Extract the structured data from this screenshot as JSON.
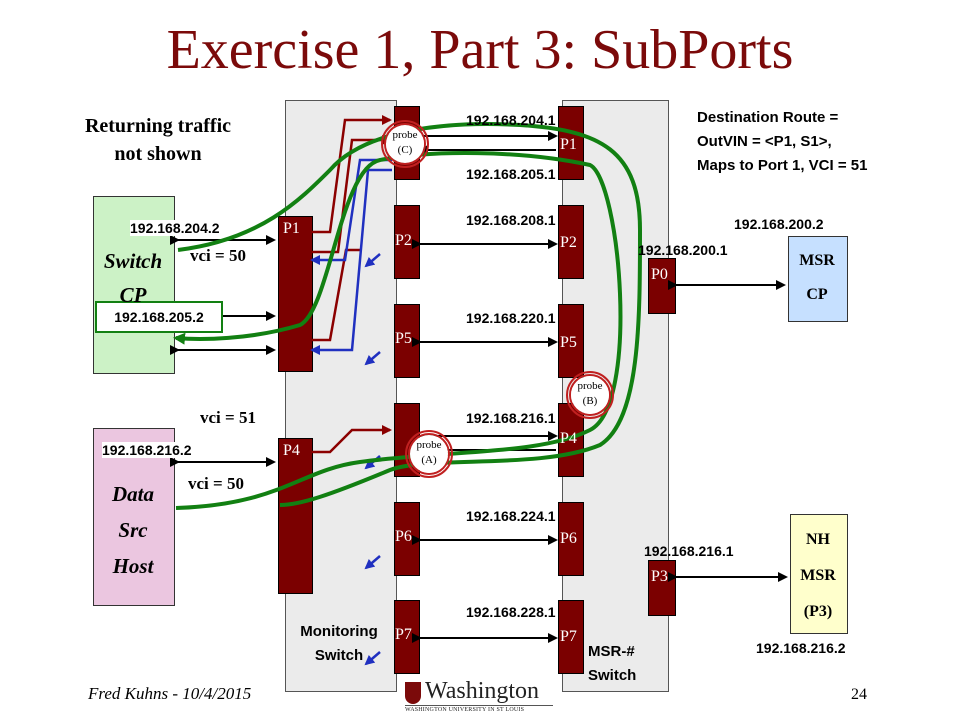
{
  "title": "Exercise 1, Part 3: SubPorts",
  "returning_note": [
    "Returning traffic",
    "not shown"
  ],
  "destination_note": [
    "Destination Route =",
    "OutVIN = <P1, S1>,",
    "Maps to Port 1, VCI = 51"
  ],
  "monitoring_switch": {
    "label": [
      "Monitoring",
      "Switch"
    ],
    "left_ports": [
      "P1",
      "P4"
    ],
    "right_ports": [
      "P2",
      "P5",
      "P6",
      "P7"
    ]
  },
  "msr_switch": {
    "label": [
      "MSR-#",
      "Switch"
    ],
    "ports": [
      "P1",
      "P2",
      "P5",
      "P4",
      "P6",
      "P7"
    ],
    "extra_ports": [
      "P0",
      "P3"
    ]
  },
  "switch_cp": {
    "label": [
      "Switch",
      "CP"
    ],
    "ip_top": "192.168.204.2",
    "ip_bottom": "192.168.205.2"
  },
  "data_src": {
    "label": [
      "Data",
      "Src",
      "Host"
    ],
    "ip": "192.168.216.2"
  },
  "msr_cp": {
    "label": [
      "MSR",
      "CP"
    ],
    "ip": "192.168.200.2",
    "p0_ip": "192.168.200.1"
  },
  "nh_msr": {
    "label": [
      "NH",
      "MSR",
      "(P3)"
    ],
    "ip": "192.168.216.2",
    "p3_ip": "192.168.216.1"
  },
  "link_ips": [
    "192.168.204.1",
    "192.168.205.1",
    "192.168.208.1",
    "192.168.220.1",
    "192.168.216.1",
    "192.168.224.1",
    "192.168.228.1"
  ],
  "vci": {
    "cp_top": "vci = 50",
    "mid": "vci = 51",
    "data": "vci = 50"
  },
  "probes": [
    {
      "word": "probe",
      "tag": "(C)"
    },
    {
      "word": "probe",
      "tag": "(B)"
    },
    {
      "word": "probe",
      "tag": "(A)"
    }
  ],
  "footer": {
    "author": "Fred Kuhns - 10/4/2015",
    "page": "24",
    "logo": "Washington",
    "logo_sub": "WASHINGTON UNIVERSITY IN ST LOUIS"
  },
  "colors": {
    "title": "#7b0a0a",
    "port": "#7b0000",
    "green_box": "#ccf2c6",
    "pink_box": "#ebc6e0",
    "blue_box": "#c6e0ff",
    "trace": "#128012",
    "probe_ring": "#c02020"
  }
}
